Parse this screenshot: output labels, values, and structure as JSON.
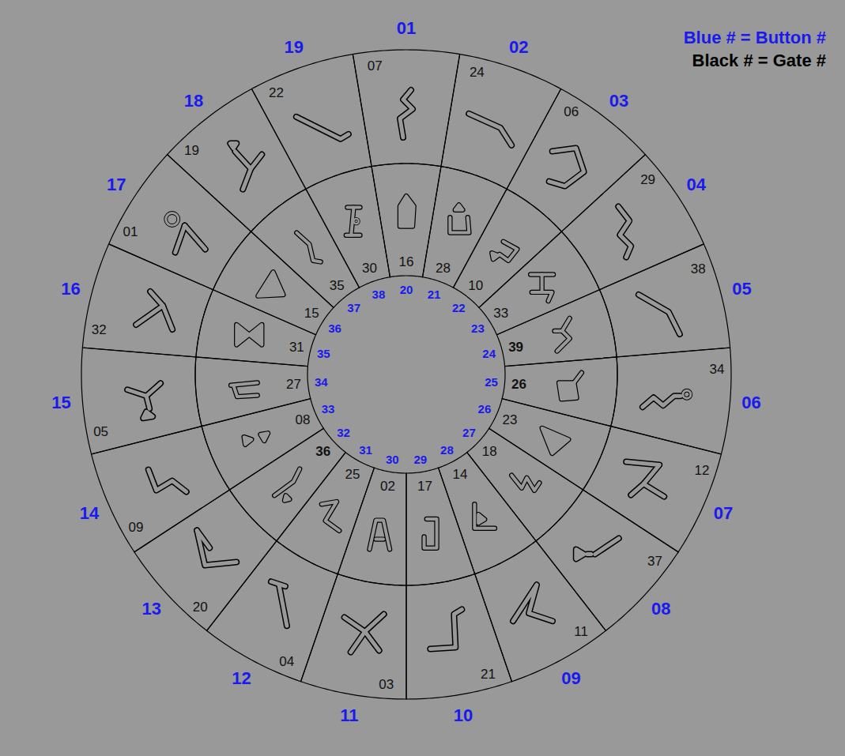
{
  "diagram": {
    "nodes": [
      {
        "text": [
          "01",
          "07"
        ]
      },
      {
        "text": [
          "02",
          "24"
        ]
      },
      {
        "text": [
          "03",
          "06"
        ]
      },
      {
        "text": [
          "04",
          "29"
        ]
      },
      {
        "text": [
          "05",
          "38"
        ]
      },
      {
        "text": [
          "06",
          "34"
        ]
      },
      {
        "text": [
          "07",
          "12"
        ]
      },
      {
        "text": [
          "08",
          "37"
        ]
      },
      {
        "text": [
          "09",
          "11"
        ]
      },
      {
        "text": [
          "10",
          "21"
        ]
      },
      {
        "text": [
          "11",
          "03"
        ]
      },
      {
        "text": [
          "12",
          "04"
        ]
      },
      {
        "text": [
          "13",
          "20"
        ]
      },
      {
        "text": [
          "14",
          "09"
        ]
      },
      {
        "text": [
          "15",
          "05"
        ]
      },
      {
        "text": [
          "16",
          "32"
        ]
      },
      {
        "text": [
          "17",
          "01"
        ]
      },
      {
        "text": [
          "18",
          "19"
        ]
      },
      {
        "text": [
          "19",
          "22"
        ]
      },
      {
        "text": [
          "20",
          "16"
        ]
      },
      {
        "text": [
          "21",
          "28"
        ]
      },
      {
        "text": [
          "22",
          "10"
        ]
      },
      {
        "text": [
          "23",
          "33"
        ]
      },
      {
        "text": [
          "24",
          "39"
        ]
      },
      {
        "text": [
          "25",
          "26"
        ]
      },
      {
        "text": [
          "26",
          "23"
        ]
      },
      {
        "text": [
          "27",
          "18"
        ]
      },
      {
        "text": [
          "28",
          "14"
        ]
      },
      {
        "text": [
          "29",
          "17"
        ]
      },
      {
        "text": [
          "30",
          "02"
        ]
      },
      {
        "text": [
          "31",
          "25"
        ]
      },
      {
        "text": [
          "32",
          "36"
        ]
      },
      {
        "text": [
          "33",
          "08"
        ]
      },
      {
        "text": [
          "34",
          "27"
        ]
      },
      {
        "text": [
          "35",
          "31"
        ]
      },
      {
        "text": [
          "36",
          "15"
        ]
      },
      {
        "text": [
          "37",
          "35"
        ]
      },
      {
        "text": [
          "38",
          "30"
        ]
      }
    ],
    "labels": [
      "Blue # = Button #",
      "Black # = Gate #"
    ]
  }
}
